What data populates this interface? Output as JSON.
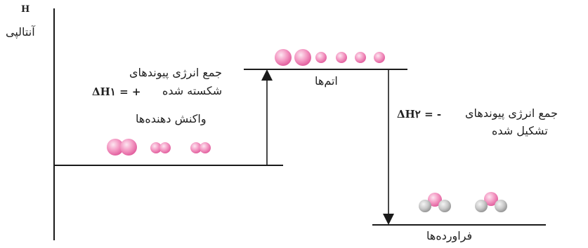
{
  "axis": {
    "symbol": "H",
    "name": "آنتالپی"
  },
  "reactants": {
    "label": "واکنش دهنده‌ها",
    "molecules": [
      "pink-diatomic",
      "pink-diatomic-small",
      "pink-diatomic-small"
    ]
  },
  "atoms": {
    "label": "اتم‌ها",
    "spheres": [
      "pink-large",
      "pink-large",
      "pink-small",
      "pink-small",
      "pink-small",
      "pink-small"
    ]
  },
  "products": {
    "label": "فراورده‌ها",
    "molecules": [
      "pink-gray-triatomic",
      "pink-gray-triatomic"
    ]
  },
  "bond_breaking": {
    "line1": "جمع انرژی پیوندهای",
    "line2": "شکسته شده",
    "delta": "ΔH۱ = +"
  },
  "bond_forming": {
    "line1": "جمع انرژی پیوندهای",
    "line2": "تشکیل شده",
    "delta": "ΔH۲ = -"
  },
  "colors": {
    "line": "#1a1a1a",
    "pink": "#f07ab3",
    "pink_light": "#fbd3e6",
    "gray": "#b9b9b9"
  }
}
